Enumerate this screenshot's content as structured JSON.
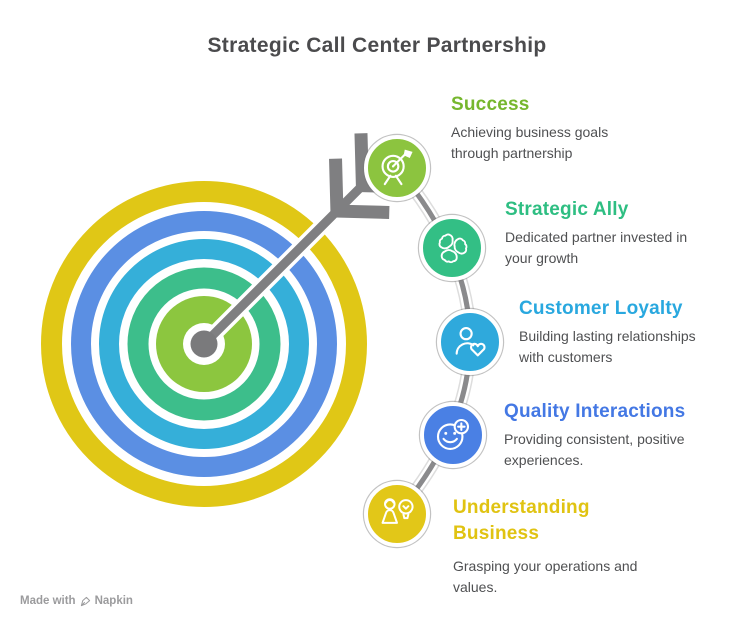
{
  "title": "Strategic Call Center Partnership",
  "title_color": "#4B4B4D",
  "description_color": "#4F5052",
  "steps": [
    {
      "title": "Success",
      "description": "Achieving business goals\nthrough partnership",
      "color": "#76B72E",
      "icon_bg": "#8CC43F",
      "icon": "target-dart-icon"
    },
    {
      "title": "Strategic Ally",
      "description": "Dedicated partner invested in\nyour growth",
      "color": "#2EBE82",
      "icon_bg": "#33BF85",
      "icon": "hands-teamwork-icon"
    },
    {
      "title": "Customer Loyalty",
      "description": "Building lasting relationships\nwith customers",
      "color": "#29A8DF",
      "icon_bg": "#2FA9DC",
      "icon": "person-heart-icon"
    },
    {
      "title": "Quality Interactions",
      "description": "Providing consistent, positive\nexperiences.",
      "color": "#4478E4",
      "icon_bg": "#4A80E4",
      "icon": "smiley-plus-icon"
    },
    {
      "title": "Understanding\nBusiness",
      "description": "Grasping your operations and\nvalues.",
      "color": "#E0C312",
      "icon_bg": "#E2C718",
      "icon": "person-lightbulb-icon"
    }
  ],
  "target": {
    "rings": [
      {
        "name": "outer-yellow",
        "color": "#E0C716"
      },
      {
        "name": "blue",
        "color": "#5B8FE3"
      },
      {
        "name": "cyan",
        "color": "#35AFD9"
      },
      {
        "name": "green",
        "color": "#3DBE8B"
      },
      {
        "name": "inner-disc-yellowgreen",
        "color": "#8CC63F"
      }
    ],
    "center_dot_color": "#7A7A7C",
    "arrow_color": "#7F7F81"
  },
  "connector": {
    "color": "#8A8A8C",
    "edge_color": "#DDDDDD"
  },
  "watermark": {
    "text": "Made with",
    "brand": "Napkin",
    "color": "#9B9B9D",
    "icon": "napkin-pen-icon"
  }
}
